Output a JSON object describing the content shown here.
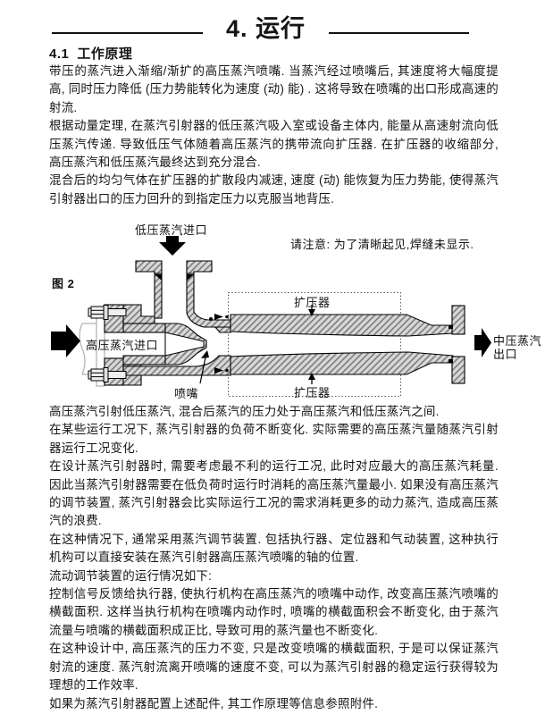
{
  "doc": {
    "title": "4. 运行",
    "heading_num": "4.1",
    "heading_text": "工作原理",
    "before": [
      "带压的蒸汽进入渐缩/渐扩的高压蒸汽喷嘴. 当蒸汽经过喷嘴后, 其速度将大幅度提高, 同时压力降低 (压力势能转化为速度 (动) 能) . 这将导致在喷嘴的出口形成高速的射流.",
      "根据动量定理, 在蒸汽引射器的低压蒸汽吸入室或设备主体内, 能量从高速射流向低压蒸汽传递. 导致低压气体随着高压蒸汽的携带流向扩压器. 在扩压器的收缩部分, 高压蒸汽和低压蒸汽最终达到充分混合.",
      "混合后的均匀气体在扩压器的扩散段内减速, 速度 (动) 能恢复为压力势能, 使得蒸汽引射器出口的压力回升的到指定压力以克服当地背压."
    ],
    "figure": {
      "label": "图 2",
      "note": "请注意: 为了清晰起见,焊缝未显示.",
      "callouts": {
        "low_pressure_inlet": "低压蒸汽进口",
        "high_pressure_inlet": "高压蒸汽进口",
        "nozzle": "喷嘴",
        "diffuser_top": "扩压器",
        "diffuser_bottom": "扩压器",
        "outlet_line1": "中压蒸汽",
        "outlet_line2": "出口"
      }
    },
    "after": [
      "高压蒸汽引射低压蒸汽, 混合后蒸汽的压力处于高压蒸汽和低压蒸汽之间.",
      "在某些运行工况下, 蒸汽引射器的负荷不断变化. 实际需要的高压蒸汽量随蒸汽引射器运行工况变化.",
      "在设计蒸汽引射器时, 需要考虑最不利的运行工况, 此时对应最大的高压蒸汽耗量. 因此当蒸汽引射器需要在低负荷时运行时消耗的高压蒸汽量最小. 如果没有高压蒸汽的调节装置, 蒸汽引射器会比实际运行工况的需求消耗更多的动力蒸汽, 造成高压蒸汽的浪费.",
      "在这种情况下, 通常采用蒸汽调节装置. 包括执行器、定位器和气动装置, 这种执行机构可以直接安装在蒸汽引射器高压蒸汽喷嘴的轴的位置.",
      "流动调节装置的运行情况如下:",
      "控制信号反馈给执行器, 使执行机构在高压蒸汽的喷嘴中动作, 改变高压蒸汽喷嘴的横截面积. 这样当执行机构在喷嘴内动作时, 喷嘴的横截面积会不断变化, 由于蒸汽流量与喷嘴的横截面积成正比, 导致可用的蒸汽量也不断变化.",
      "在这种设计中, 高压蒸汽的压力不变, 只是改变喷嘴的横截面积, 于是可以保证蒸汽射流的速度. 蒸汽射流离开喷嘴的速度不变, 可以为蒸汽引射器的稳定运行获得较为理想的工作效率.",
      "如果为蒸汽引射器配置上述配件, 其工作原理等信息参照附件."
    ],
    "trailing_mark": "."
  },
  "colors": {
    "text": "#151515",
    "hatch_fill": "#d8d8d8",
    "hatch_line": "#7a7a7a",
    "outline": "#000000",
    "ghost_gray": "#b5b5b5",
    "dotted_box": "#555555"
  }
}
